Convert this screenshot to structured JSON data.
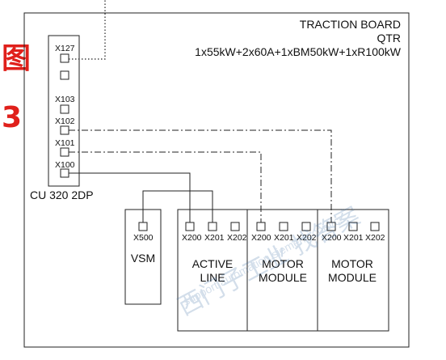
{
  "figure_label": {
    "char": "图",
    "number": "3"
  },
  "board": {
    "line1": "TRACTION BOARD",
    "line2": "QTR",
    "line3": "1x55kW+2x60A+1xBM50kW+1xR100kW"
  },
  "cu": {
    "name": "CU 320 2DP",
    "ports": [
      "X127",
      "X103",
      "X102",
      "X101",
      "X100"
    ]
  },
  "modules": [
    {
      "id": "vsm",
      "port": "X500",
      "label_line1": "VSM",
      "label_line2": ""
    },
    {
      "id": "active-line",
      "ports": [
        "X200",
        "X201",
        "X202"
      ],
      "label_line1": "ACTIVE",
      "label_line2": "LINE"
    },
    {
      "id": "motor-module-1",
      "ports": [
        "X200",
        "X201",
        "X202"
      ],
      "label_line1": "MOTOR",
      "label_line2": "MODULE"
    },
    {
      "id": "motor-module-2",
      "ports": [
        "X200",
        "X201",
        "X202"
      ],
      "label_line1": "MOTOR",
      "label_line2": "MODULE"
    }
  ],
  "watermark": {
    "text": "西门子工业 找答案",
    "url": "support.automation.siemens.com/cs"
  }
}
